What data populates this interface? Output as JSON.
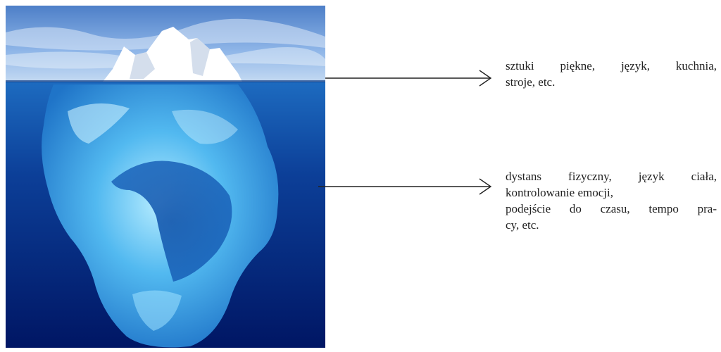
{
  "visible_caption": {
    "lines": [
      "sztuki piękne, język, kuchnia,",
      "stroje, etc."
    ]
  },
  "hidden_caption": {
    "lines": [
      "dystans fizyczny, język ciała,",
      "kontrolowanie emocji,",
      "podejście do czasu, tempo pra-",
      "cy, etc."
    ]
  },
  "colors": {
    "sky_top": "#5f8fd2",
    "sky_bottom": "#a9c8ee",
    "water_top": "#1f5fb0",
    "water_bottom": "#001a66",
    "ice_above": "#ffffff",
    "ice_below": "#4fb6ef",
    "arrow": "#222222"
  }
}
